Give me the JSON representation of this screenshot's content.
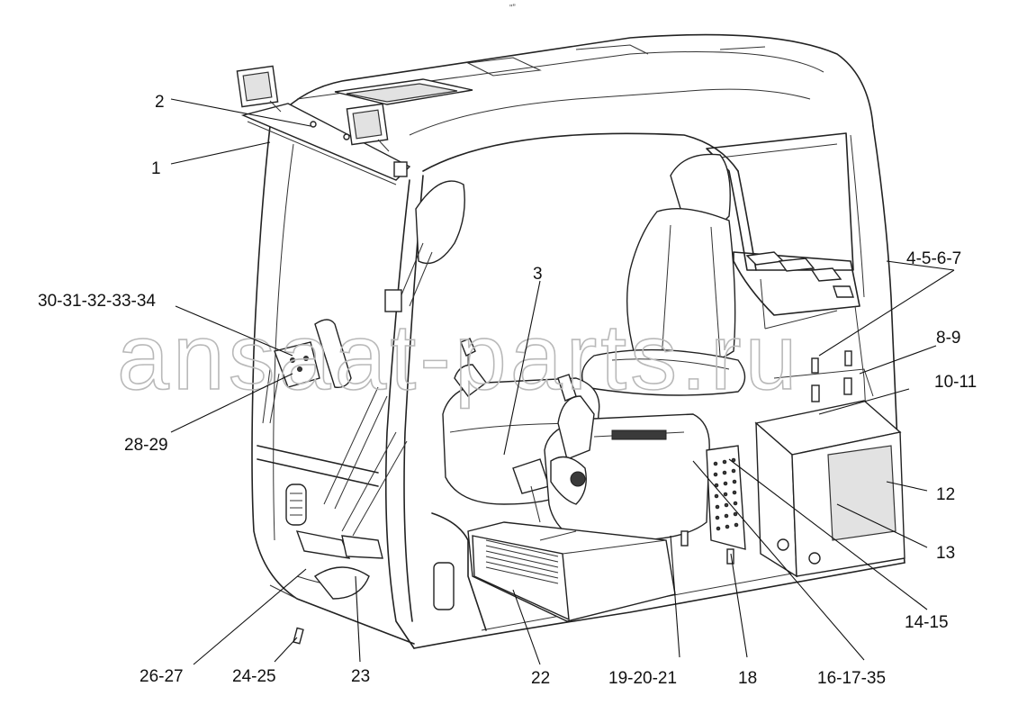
{
  "top_mark": "\"ˮ",
  "watermark": "ansaat-parts.ru",
  "labels": {
    "p1": "1",
    "p2": "2",
    "p3": "3",
    "p4_7": "4-5-6-7",
    "p8_9": "8-9",
    "p10_11": "10-11",
    "p12": "12",
    "p13": "13",
    "p14_15": "14-15",
    "p16_17_35": "16-17-35",
    "p18": "18",
    "p19_21": "19-20-21",
    "p22": "22",
    "p23": "23",
    "p24_25": "24-25",
    "p26_27": "26-27",
    "p28_29": "28-29",
    "p30_34": "30-31-32-33-34"
  }
}
